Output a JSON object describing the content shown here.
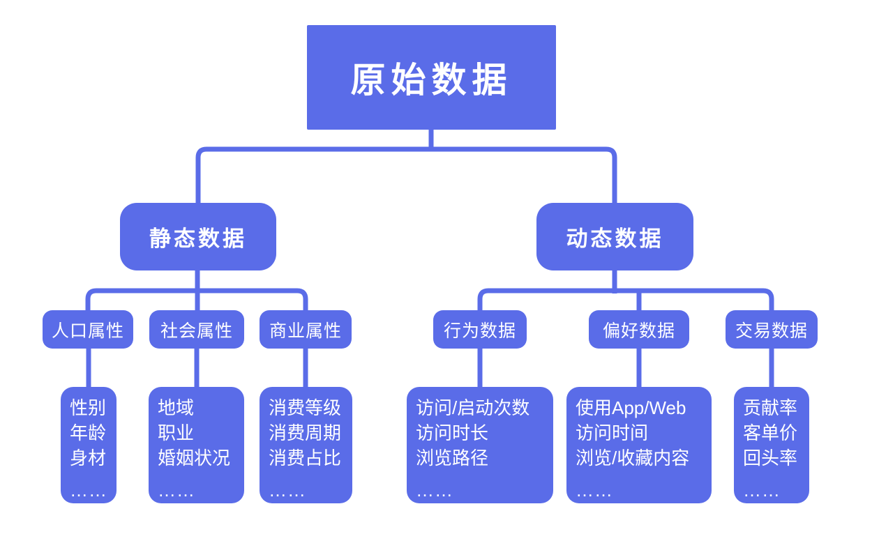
{
  "colors": {
    "node_fill": "#5a6ce8",
    "node_text": "#ffffff",
    "connector": "#5a6ce8",
    "background": "#ffffff"
  },
  "tree": {
    "root": {
      "label": "原始数据"
    },
    "branches": [
      {
        "label": "静态数据",
        "children": [
          {
            "label": "人口属性",
            "items": [
              "性别",
              "年龄",
              "身材",
              "……"
            ]
          },
          {
            "label": "社会属性",
            "items": [
              "地域",
              "职业",
              "婚姻状况",
              "……"
            ]
          },
          {
            "label": "商业属性",
            "items": [
              "消费等级",
              "消费周期",
              "消费占比",
              "……"
            ]
          }
        ]
      },
      {
        "label": "动态数据",
        "children": [
          {
            "label": "行为数据",
            "items": [
              "访问/启动次数",
              "访问时长",
              "浏览路径",
              "……"
            ]
          },
          {
            "label": "偏好数据",
            "items": [
              "使用App/Web",
              "访问时间",
              "浏览/收藏内容",
              "……"
            ]
          },
          {
            "label": "交易数据",
            "items": [
              "贡献率",
              "客单价",
              "回头率",
              "……"
            ]
          }
        ]
      }
    ]
  }
}
